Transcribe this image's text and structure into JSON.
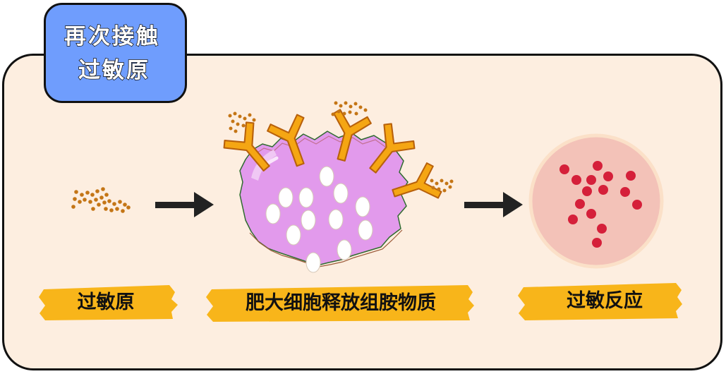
{
  "title": {
    "line1": "再次接触",
    "line2": "过敏原"
  },
  "labels": {
    "allergen": "过敏原",
    "mast_cell": "肥大细胞释放组胺物质",
    "reaction": "过敏反应"
  },
  "colors": {
    "panel_bg": "#fdeee0",
    "title_bg": "#6f9dfd",
    "label_highlight": "#f8b51a",
    "cell_fill": "#e29aec",
    "antibody": "#f5a613",
    "allergen_dot": "#c47515",
    "reaction_circle": "#f3c2b8",
    "reaction_dot": "#d5203a"
  }
}
